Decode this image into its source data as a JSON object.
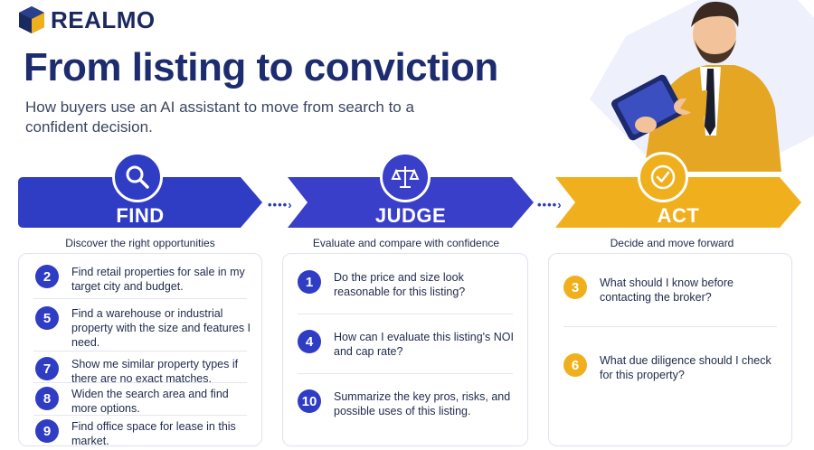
{
  "brand": {
    "name": "REALMO"
  },
  "header": {
    "title": "From listing to conviction",
    "subtitle": "How buyers use an AI assistant to move from search to a confident decision."
  },
  "colors": {
    "find": "#2f3cc4",
    "judge": "#3a3fc9",
    "act": "#f0b01e",
    "navy": "#1c2c6e"
  },
  "dots": "••••›",
  "stages": [
    {
      "label": "FIND",
      "icon": "search-icon",
      "caption": "Discover the right opportunities",
      "items": [
        {
          "num": "2",
          "text": "Find retail properties for sale in my target city and budget."
        },
        {
          "num": "5",
          "text": "Find a warehouse or industrial property with the size and features I need."
        },
        {
          "num": "7",
          "text": "Show me similar property types if there are no exact matches."
        },
        {
          "num": "8",
          "text": "Widen the search area and find more options."
        },
        {
          "num": "9",
          "text": "Find office space for lease in this market."
        }
      ]
    },
    {
      "label": "JUDGE",
      "icon": "scales-icon",
      "caption": "Evaluate and compare with confidence",
      "items": [
        {
          "num": "1",
          "text": "Do the price and size look reasonable for this listing?"
        },
        {
          "num": "4",
          "text": "How can I evaluate this listing's NOI and cap rate?"
        },
        {
          "num": "10",
          "text": "Summarize the key pros, risks, and possible uses of this listing."
        }
      ]
    },
    {
      "label": "ACT",
      "icon": "check-circle-icon",
      "caption": "Decide and move forward",
      "items": [
        {
          "num": "3",
          "text": "What should I know before contacting the broker?"
        },
        {
          "num": "6",
          "text": "What due diligence should I check for this property?"
        }
      ]
    }
  ]
}
